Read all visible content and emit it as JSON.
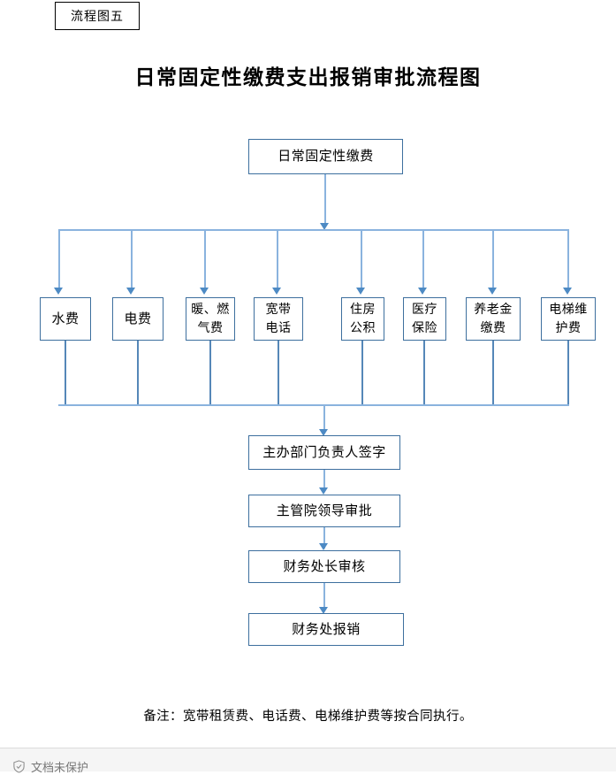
{
  "document": {
    "tag_label": "流程图五",
    "title": "日常固定性缴费支出报销审批流程图",
    "note": "备注：宽带租赁费、电话费、电梯维护费等按合同执行。"
  },
  "colors": {
    "box_border": "#3d6f9e",
    "connector": "#8ab3de",
    "connector_dark": "#5587b8",
    "arrow": "#4d8ac4",
    "tag_border": "#000000",
    "page_background": "#ffffff",
    "bottom_bar_background": "#f5f5f5"
  },
  "flow": {
    "start_node": {
      "label": "日常固定性缴费"
    },
    "branch_nodes": [
      {
        "line1": "水费",
        "line2": ""
      },
      {
        "line1": "电费",
        "line2": ""
      },
      {
        "line1": "暖、燃",
        "line2": "气费"
      },
      {
        "line1": "宽带",
        "line2": "电话"
      },
      {
        "line1": "住房",
        "line2": "公积"
      },
      {
        "line1": "医疗",
        "line2": "保险"
      },
      {
        "line1": "养老金",
        "line2": "缴费"
      },
      {
        "line1": "电梯维",
        "line2": "护费"
      }
    ],
    "approval_chain": [
      {
        "label": "主办部门负责人签字"
      },
      {
        "label": "主管院领导审批"
      },
      {
        "label": "财务处长审核"
      },
      {
        "label": "财务处报销"
      }
    ]
  },
  "bottom_bar": {
    "status_label": "文档未保护",
    "icon": "shield-check-icon"
  }
}
